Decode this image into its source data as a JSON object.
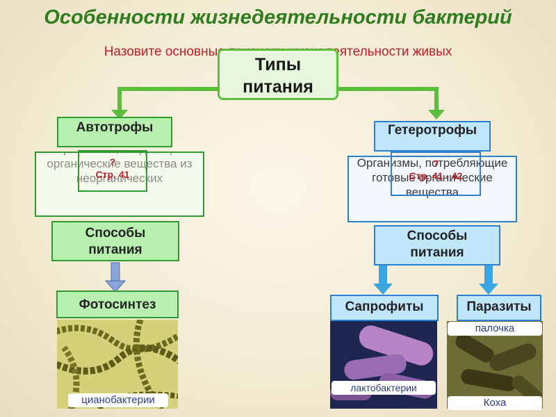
{
  "title": "Особенности жизнедеятельности бактерий",
  "subtitle": "Назовите основные признаки жизнедеятельности живых",
  "types_box": {
    "line1": "Типы",
    "line2": "питания"
  },
  "left": {
    "heading": "Автотрофы",
    "description": "Организмы, создающие органические вещества из неорганических",
    "question_mark": "?",
    "page_ref": "Стр. 41",
    "methods_line1": "Способы",
    "methods_line2": "питания",
    "process": "Фотосинтез",
    "photo_caption": "цианобактерии"
  },
  "right": {
    "heading": "Гетеротрофы",
    "description": "Организмы, потребляющие готовые органические вещества",
    "question_mark": "?",
    "page_ref": "Стр. 41 - 42",
    "methods_line1": "Способы",
    "methods_line2": "питания",
    "saprophytes": "Сапрофиты",
    "parasites": "Паразиты",
    "photo1_caption": "лактобактерии",
    "photo2_top_caption": "палочка",
    "photo2_caption": "Коха"
  },
  "colors": {
    "title": "#2e7d1e",
    "subtitle": "#c0202a",
    "arrow_green": "#5cbf3c",
    "arrow_blue": "#3aa7e0"
  }
}
